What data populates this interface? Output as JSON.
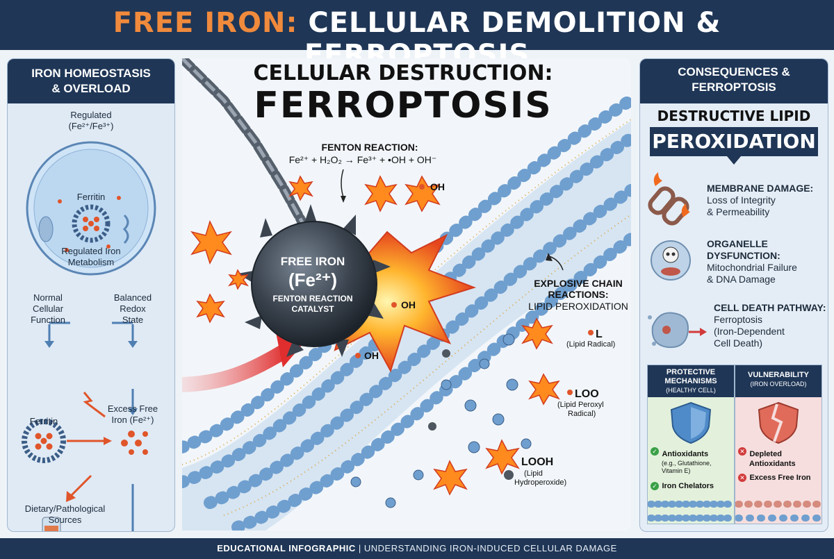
{
  "header": {
    "title_accent": "FREE IRON:",
    "title_rest": " CELLULAR DEMOLITION & FERROPTOSIS"
  },
  "left": {
    "heading_line1": "IRON HOMEOSTASIS",
    "heading_line2": "& OVERLOAD",
    "cell_label_line1": "Regulated",
    "cell_label_line2": "(Fe²⁺/Fe³⁺)",
    "ferritin_label": "Ferritin",
    "metabolism_line1": "Regulated Iron",
    "metabolism_line2": "Metabolism",
    "normal_line1": "Normal",
    "normal_line2": "Cellular",
    "normal_line3": "Function",
    "redox_line1": "Balanced",
    "redox_line2": "Redox",
    "redox_line3": "State",
    "ferritin2_label": "Ferritin",
    "excess_line1": "Excess Free",
    "excess_line2": "Iron (Fe²⁺)",
    "sources_line1": "Dietary/Pathological",
    "sources_line2": "Sources"
  },
  "center": {
    "title_line1": "CELLULAR DESTRUCTION:",
    "title_line2": "FERROPTOSIS",
    "fenton_title": "FENTON REACTION:",
    "fenton_equation": "Fe²⁺ + H₂O₂ → Fe³⁺ + •OH + OH⁻",
    "ball_line1": "FREE IRON",
    "ball_line2": "(Fe²⁺)",
    "ball_line3": "FENTON REACTION",
    "ball_line4": "CATALYST",
    "oh_label": "OH",
    "chain_line1": "EXPLOSIVE CHAIN",
    "chain_line2": "REACTIONS:",
    "chain_line3": "LIPID PEROXIDATION",
    "l_label": "L",
    "l_desc": "(Lipid Radical)",
    "loo_label": "LOO",
    "loo_desc_line1": "(Lipid Peroxyl",
    "loo_desc_line2": "Radical)",
    "looh_label": "LOOH",
    "looh_desc_line1": "(Lipid",
    "looh_desc_line2": "Hydroperoxide)"
  },
  "right": {
    "heading_line1": "CONSEQUENCES &",
    "heading_line2": "FERROPTOSIS",
    "subheading_line1": "DESTRUCTIVE LIPID",
    "subheading_line2": "PEROXIDATION",
    "items": [
      {
        "title": "MEMBRANE DAMAGE:",
        "text_line1": "Loss of Integrity",
        "text_line2": "& Permeability",
        "text_line3": ""
      },
      {
        "title": "ORGANELLE",
        "title_line2": "DYSFUNCTION:",
        "text_line1": "Mitochondrial Failure",
        "text_line2": "& DNA Damage",
        "text_line3": ""
      },
      {
        "title": "CELL DEATH PATHWAY:",
        "text_line1": "Ferroptosis",
        "text_line2": "(Iron-Dependent",
        "text_line3": "Cell Death)"
      }
    ],
    "protective": {
      "heading_line1": "PROTECTIVE",
      "heading_line2": "MECHANISMS",
      "heading_sub": "(HEALTHY CELL)",
      "item1_line1": "Antioxidants",
      "item1_line2": "(e.g., Glutathione,",
      "item1_line3": "Vitamin E)",
      "item2": "Iron Chelators"
    },
    "vulnerability": {
      "heading": "VULNERABILITY",
      "heading_sub": "(IRON OVERLOAD)",
      "item1_line1": "Depleted",
      "item1_line2": "Antioxidants",
      "item2": "Excess Free Iron"
    }
  },
  "footer": {
    "bold": "EDUCATIONAL INFOGRAPHIC",
    "rest": "  |  UNDERSTANDING IRON-INDUCED CELLULAR DAMAGE"
  },
  "colors": {
    "navy": "#1f3656",
    "orange": "#f08a3c",
    "iron_dot": "#e0552a",
    "lipid_blue": "#6f9fcf",
    "green": "#3aa047",
    "red": "#d23b3b"
  }
}
